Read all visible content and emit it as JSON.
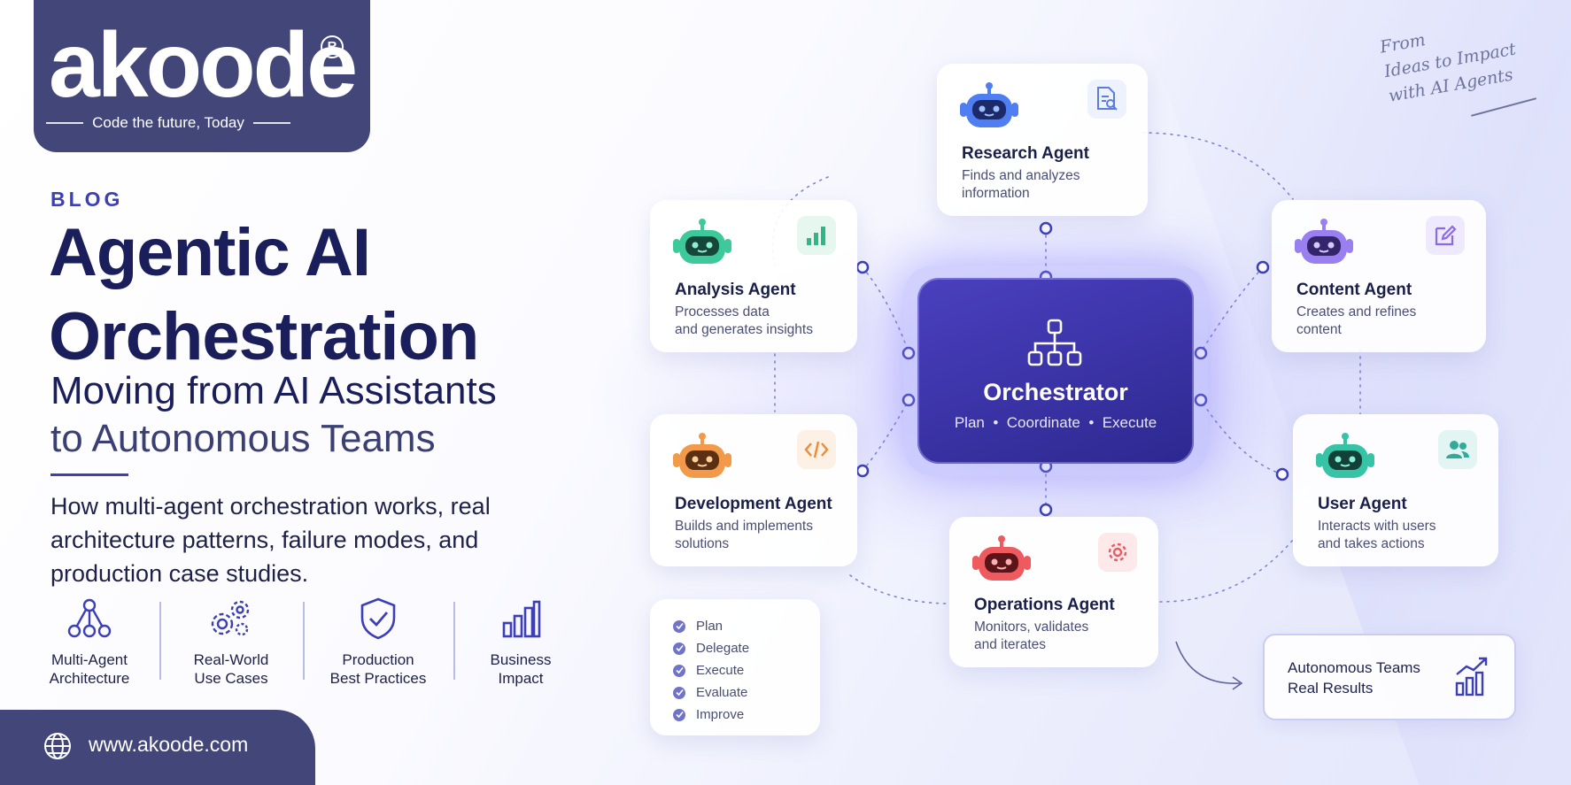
{
  "brand": {
    "logo_text": "akoode",
    "registered_mark": "R",
    "tagline": "Code the future, Today"
  },
  "hero": {
    "category": "BLOG",
    "title_line1": "Agentic AI",
    "title_line2": "Orchestration",
    "subtitle_line1": "Moving from AI Assistants",
    "subtitle_line2": "to Autonomous Teams",
    "description_lines": [
      "How multi-agent orchestration works, real",
      "architecture patterns, failure modes, and",
      "production case studies."
    ]
  },
  "features": [
    {
      "icon": "network-icon",
      "line1": "Multi-Agent",
      "line2": "Architecture"
    },
    {
      "icon": "gears-icon",
      "line1": "Real-World",
      "line2": "Use Cases"
    },
    {
      "icon": "shield-check-icon",
      "line1": "Production",
      "line2": "Best Practices"
    },
    {
      "icon": "bar-chart-icon",
      "line1": "Business",
      "line2": "Impact"
    }
  ],
  "footer": {
    "website": "www.akoode.com",
    "icon": "globe-icon"
  },
  "quote": {
    "line1": "From",
    "line2": "Ideas to Impact",
    "line3": "with AI Agents"
  },
  "orchestrator": {
    "title": "Orchestrator",
    "subtitle": "Plan  •  Coordinate  •  Execute",
    "icon": "hierarchy-icon"
  },
  "agents": {
    "research": {
      "name": "Research Agent",
      "desc_line1": "Finds and analyzes",
      "desc_line2": "information",
      "color": "#4f7df2",
      "tool_icon": "document-search-icon"
    },
    "analysis": {
      "name": "Analysis Agent",
      "desc_line1": "Processes data",
      "desc_line2": "and generates insights",
      "color": "#3ec99a",
      "tool_icon": "bar-chart-icon"
    },
    "content": {
      "name": "Content Agent",
      "desc_line1": "Creates and refines",
      "desc_line2": "content",
      "color": "#9a7ff0",
      "tool_icon": "edit-icon"
    },
    "development": {
      "name": "Development Agent",
      "desc_line1": "Builds and implements",
      "desc_line2": "solutions",
      "color": "#f29a4a",
      "tool_icon": "code-icon"
    },
    "user": {
      "name": "User Agent",
      "desc_line1": "Interacts with users",
      "desc_line2": "and takes actions",
      "color": "#36c3a6",
      "tool_icon": "users-icon"
    },
    "operations": {
      "name": "Operations Agent",
      "desc_line1": "Monitors, validates",
      "desc_line2": "and iterates",
      "color": "#ef5a5f",
      "tool_icon": "gear-icon"
    }
  },
  "checklist": [
    "Plan",
    "Delegate",
    "Execute",
    "Evaluate",
    "Improve"
  ],
  "result": {
    "line1": "Autonomous Teams",
    "line2": "Real Results",
    "icon": "growth-chart-icon"
  },
  "colors": {
    "navy": "#434679",
    "accent": "#3c3fb7",
    "orchestrator": "#3a33a8"
  }
}
